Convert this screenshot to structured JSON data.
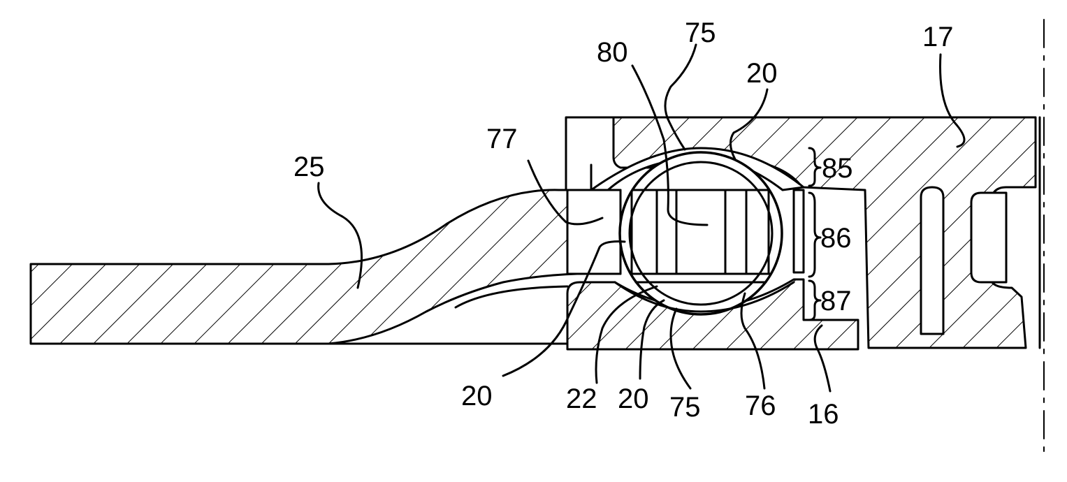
{
  "figure": {
    "labels": {
      "n17": "17",
      "n75_top": "75",
      "n80": "80",
      "n20_top": "20",
      "n77": "77",
      "n25": "25",
      "n85": "85",
      "n86": "86",
      "n87": "87",
      "n20_bl": "20",
      "n22": "22",
      "n20_b": "20",
      "n75_b": "75",
      "n76": "76",
      "n16": "16"
    },
    "colors": {
      "ink": "#000000",
      "paper": "#ffffff"
    }
  }
}
